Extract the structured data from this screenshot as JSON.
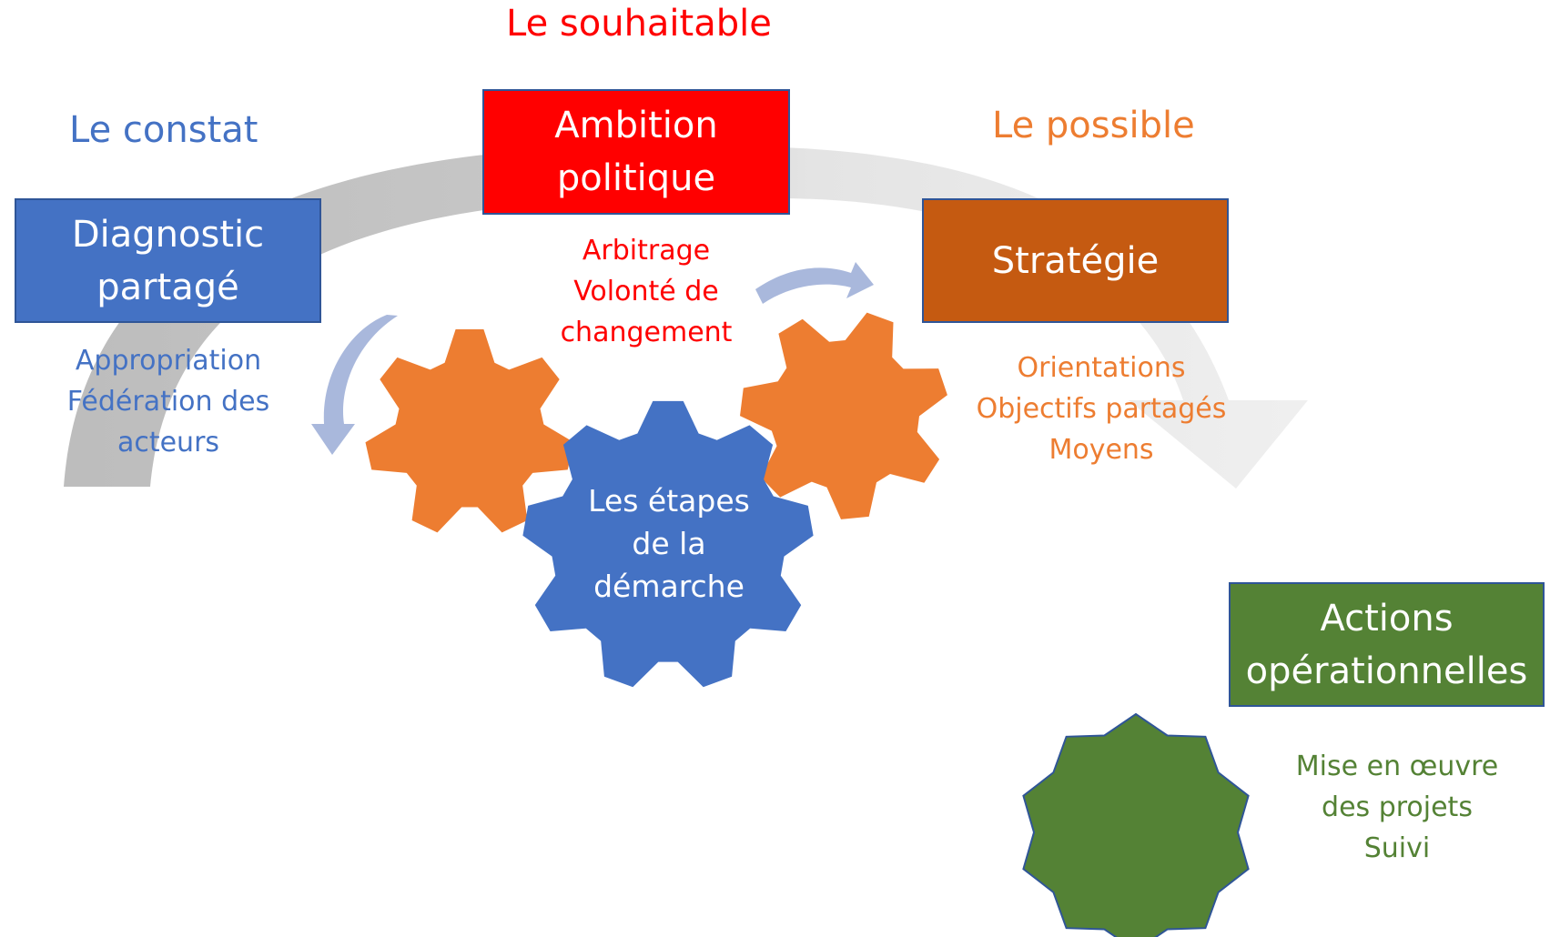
{
  "headings": {
    "constat": "Le constat",
    "souhaitable": "Le souhaitable",
    "possible": "Le possible"
  },
  "boxes": {
    "diagnostic": "Diagnostic\npartagé",
    "ambition": "Ambition\npolitique",
    "strategie": "Stratégie",
    "actions": "Actions\nopérationnelles"
  },
  "notes": {
    "diagnostic": "Appropriation\nFédération des\nacteurs",
    "ambition": "Arbitrage\nVolonté de\nchangement",
    "strategie": "Orientations\nObjectifs partagés\nMoyens",
    "actions": "Mise en œuvre\ndes projets\nSuivi"
  },
  "center_gear": "Les étapes\nde la\ndémarche",
  "icons": {
    "main_flow_arc": "curved-arrow",
    "left_arrow": "curved-arrow-down-left",
    "right_arrow": "curved-arrow-right",
    "gears": "gear",
    "actions_badge": "star-ten-point"
  },
  "colors": {
    "constat": "#4472C4",
    "souhaitable": "#FF0000",
    "possible": "#ED7D31",
    "strategie_box": "#C55A11",
    "actions": "#548235",
    "gear_orange": "#ED7D31",
    "gear_blue": "#4472C4",
    "box_border": "#2F5597",
    "arc_dark": "#BFBFBF",
    "arc_light": "#EDEDED",
    "small_arrow": "#A9B8DC"
  }
}
